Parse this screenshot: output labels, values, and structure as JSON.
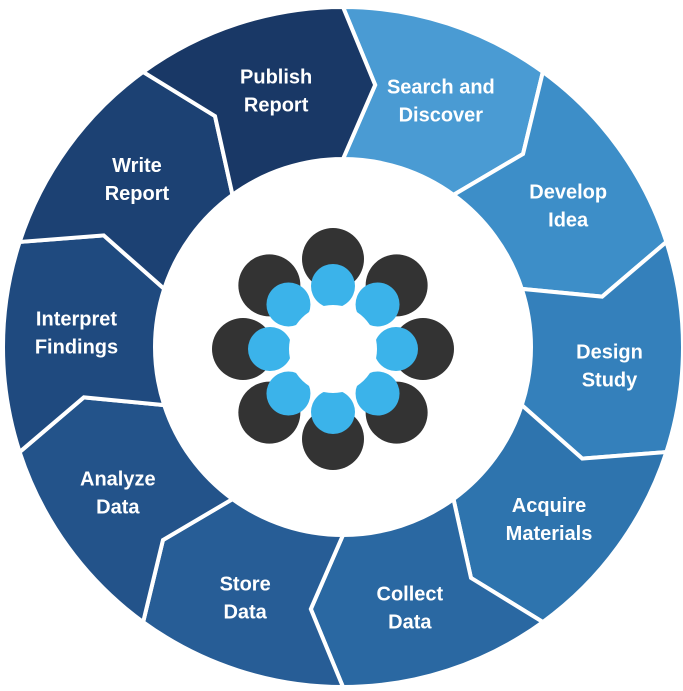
{
  "diagram": {
    "segments": [
      {
        "id": "search-and-discover",
        "lines": [
          "Search and",
          "Discover"
        ],
        "color": "#4a9bd3"
      },
      {
        "id": "develop-idea",
        "lines": [
          "Develop",
          "Idea"
        ],
        "color": "#3d8ec8"
      },
      {
        "id": "design-study",
        "lines": [
          "Design",
          "Study"
        ],
        "color": "#3480bb"
      },
      {
        "id": "acquire-materials",
        "lines": [
          "Acquire",
          "Materials"
        ],
        "color": "#2e74ae"
      },
      {
        "id": "collect-data",
        "lines": [
          "Collect",
          "Data"
        ],
        "color": "#2a68a2"
      },
      {
        "id": "store-data",
        "lines": [
          "Store",
          "Data"
        ],
        "color": "#275d96"
      },
      {
        "id": "analyze-data",
        "lines": [
          "Analyze",
          "Data"
        ],
        "color": "#23538a"
      },
      {
        "id": "interpret-findings",
        "lines": [
          "Interpret",
          "Findings"
        ],
        "color": "#1f4a7f"
      },
      {
        "id": "write-report",
        "lines": [
          "Write",
          "Report"
        ],
        "color": "#1c4173"
      },
      {
        "id": "publish-report",
        "lines": [
          "Publish",
          "Report"
        ],
        "color": "#193866"
      }
    ],
    "colors": {
      "outer_dots": "#333333",
      "inner_dots": "#3bb3ea",
      "center": "#ffffff"
    }
  }
}
